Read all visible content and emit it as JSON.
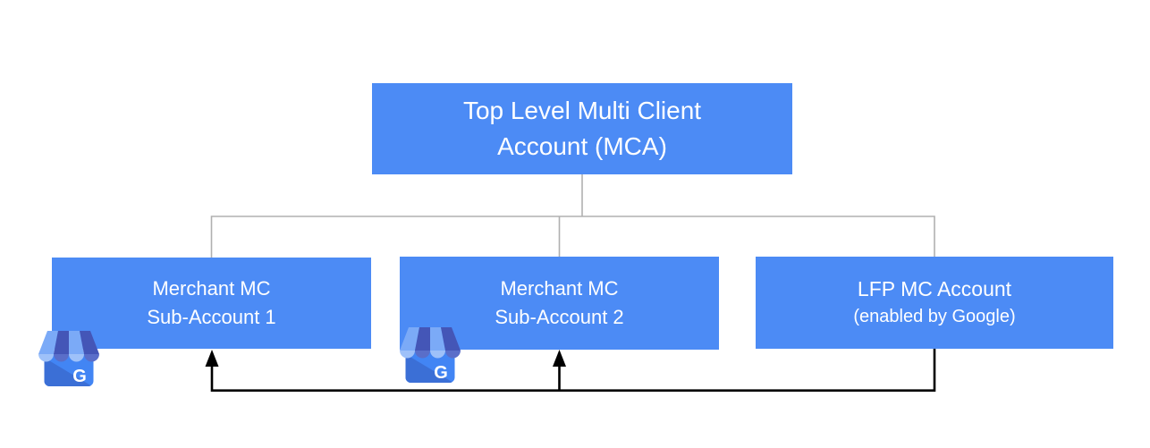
{
  "diagram": {
    "root_node": {
      "line1": "Top Level Multi Client",
      "line2": "Account (MCA)"
    },
    "sub_nodes": [
      {
        "line1": "Merchant MC",
        "line2": "Sub-Account 1"
      },
      {
        "line1": "Merchant MC",
        "line2": "Sub-Account 2"
      },
      {
        "line1": "LFP MC Account",
        "line2": "(enabled by Google)"
      }
    ],
    "icons": {
      "business_profile": "google-business-profile-icon",
      "letter": "G"
    }
  },
  "colors": {
    "box": "#4c8bf5",
    "box-text": "#ffffff",
    "tree-line": "#b0b0b0",
    "flow-line": "#000000",
    "awning-light": "#7baaf7",
    "awning-dark": "#4456b7",
    "awning-light-cap": "#9ec1f9",
    "awning-dark-cap": "#5a6ec9",
    "store-body": "#4285f4",
    "store-shade": "#3b6fd6"
  }
}
